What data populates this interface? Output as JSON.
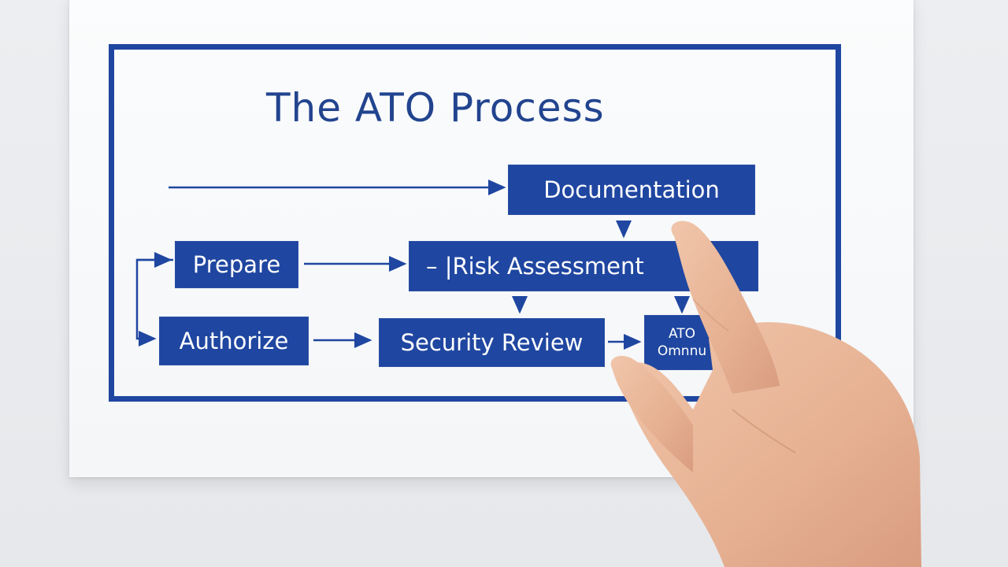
{
  "diagram": {
    "title": "The ATO Process",
    "nodes": {
      "documentation": "Documentation",
      "prepare": "Prepare",
      "risk_assessment": "– |Risk Assessment",
      "authorize": "Authorize",
      "security_review": "Security Review",
      "ato_line1": "ATO",
      "ato_line2": "Omnnu"
    },
    "colors": {
      "primary": "#1f46a0",
      "paper": "#f8f9fb",
      "background": "#e9ebee",
      "skin": "#eab89a"
    }
  }
}
